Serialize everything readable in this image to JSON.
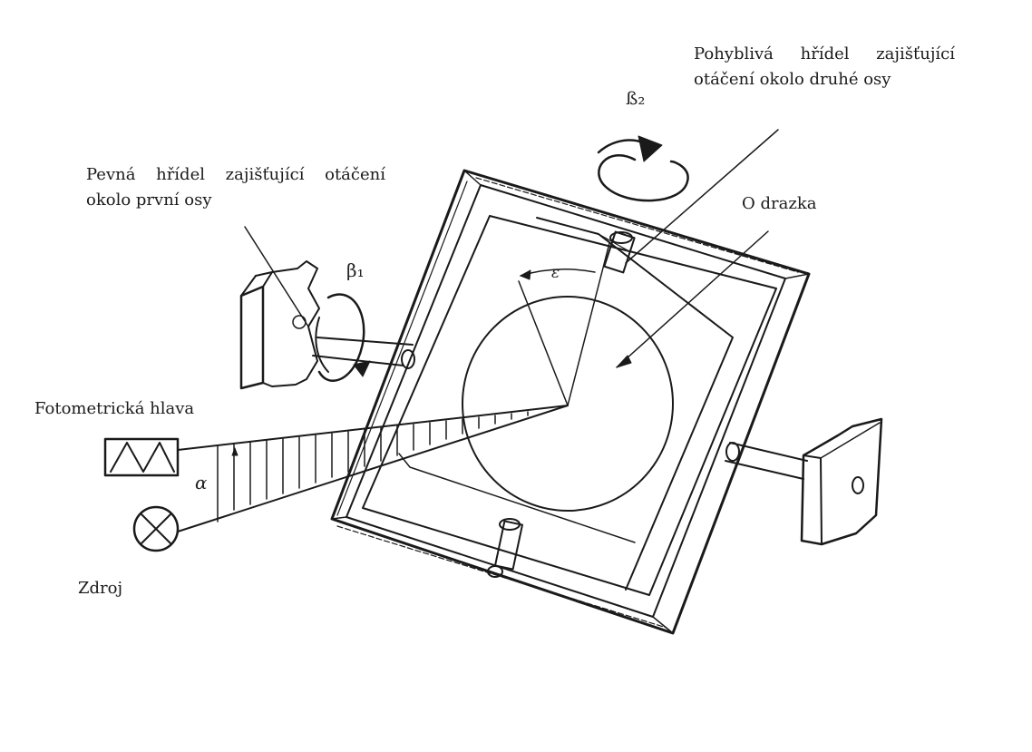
{
  "labels": {
    "movable_shaft": [
      "Pohyblivá hřídel zajišťující",
      "otáčení okolo druhé osy"
    ],
    "fixed_shaft": [
      "Pevná hřídel zajišťující otáčení",
      "okolo první osy"
    ],
    "groove": "O drazka",
    "photometric_head": "Fotometrická hlava",
    "source": "Zdroj"
  },
  "symbols": {
    "beta1": "β₁",
    "beta2": "ß₂",
    "alpha": "α",
    "epsilon": "ε"
  },
  "colors": {
    "ink": "#1a1a1a",
    "background": "#ffffff"
  }
}
